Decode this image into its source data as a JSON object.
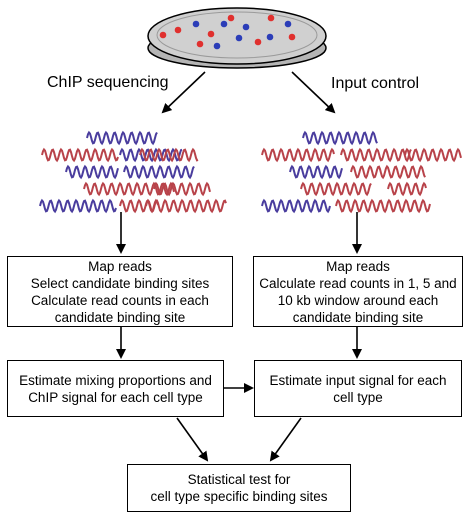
{
  "branches": {
    "left_label": "ChIP sequencing",
    "right_label": "Input control"
  },
  "boxes": {
    "map_left": [
      "Map reads",
      "Select candidate binding sites",
      "Calculate read counts in each",
      "candidate binding site"
    ],
    "map_right": [
      "Map reads",
      "Calculate read counts in 1, 5 and",
      "10 kb window around each",
      "candidate binding site"
    ],
    "estimate_left": [
      "Estimate mixing proportions and",
      "ChIP signal for each cell type"
    ],
    "estimate_right": [
      "Estimate input signal for each",
      "cell type"
    ],
    "test": [
      "Statistical test for",
      "cell type specific binding sites"
    ]
  },
  "colors": {
    "dot_red": "#e0302e",
    "dot_blue": "#2b3db8",
    "read_red": "#b8434a",
    "read_blue": "#4a3d9e",
    "dish": "#c9c9c9"
  }
}
